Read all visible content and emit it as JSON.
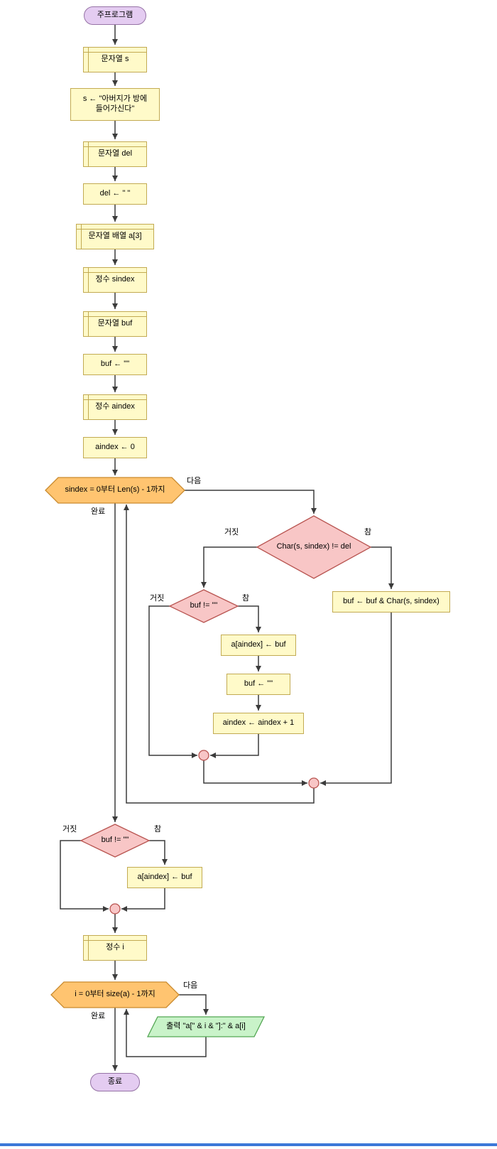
{
  "labels": {
    "next": "다음",
    "done": "완료",
    "false": "거짓",
    "true": "참"
  },
  "nodes": {
    "start": "주프로그램",
    "decl_s": "문자열 s",
    "assign_s_line1": "s ← \"아버지가 방에",
    "assign_s_line2": "들어가신다\"",
    "decl_del": "문자열 del",
    "assign_del": "del ← \" \"",
    "decl_a": "문자열 배열 a[3]",
    "decl_sindex": "정수 sindex",
    "decl_buf": "문자열 buf",
    "assign_buf": "buf ← \"\"",
    "decl_aindex": "정수 aindex",
    "assign_aindex": "aindex ← 0",
    "loop1": "sindex = 0부터 Len(s) - 1까지",
    "cond_char": "Char(s, sindex) != del",
    "proc_append": "buf ← buf & Char(s, sindex)",
    "cond_buf1": "buf != \"\"",
    "proc_store1": "a[aindex] ← buf",
    "proc_clear": "buf ← \"\"",
    "proc_inc": "aindex ← aindex + 1",
    "cond_buf2": "buf != \"\"",
    "proc_store2": "a[aindex] ← buf",
    "decl_i": "정수 i",
    "loop2": "i = 0부터 size(a) - 1까지",
    "output": "출력 \"a[\" & i & \"]:\" & a[i]",
    "end": "종료"
  },
  "colors": {
    "node_yellow_fill": "#FFFAC9",
    "node_yellow_stroke": "#C2AA52",
    "loop_orange_fill": "#FFC470",
    "loop_orange_stroke": "#C98A2E",
    "cond_pink_fill": "#F8C6C6",
    "cond_pink_stroke": "#B85450",
    "output_green_fill": "#C9F3C9",
    "output_green_stroke": "#53A653",
    "terminal_purple_fill": "#E4CCF1",
    "terminal_purple_stroke": "#9673A6",
    "edge_color": "#3B3B3B",
    "bottom_bar_blue": "#3C78D8"
  }
}
